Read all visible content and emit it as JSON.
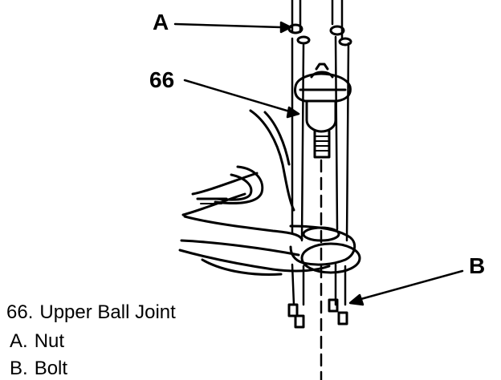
{
  "callouts": {
    "nut": "A",
    "ball_joint": "66",
    "bolt": "B"
  },
  "legend": [
    {
      "key": "66.",
      "label": "Upper Ball Joint"
    },
    {
      "key": "A.",
      "label": "Nut"
    },
    {
      "key": "B.",
      "label": "Bolt"
    }
  ],
  "colors": {
    "ink": "#000000",
    "paper": "#ffffff"
  }
}
